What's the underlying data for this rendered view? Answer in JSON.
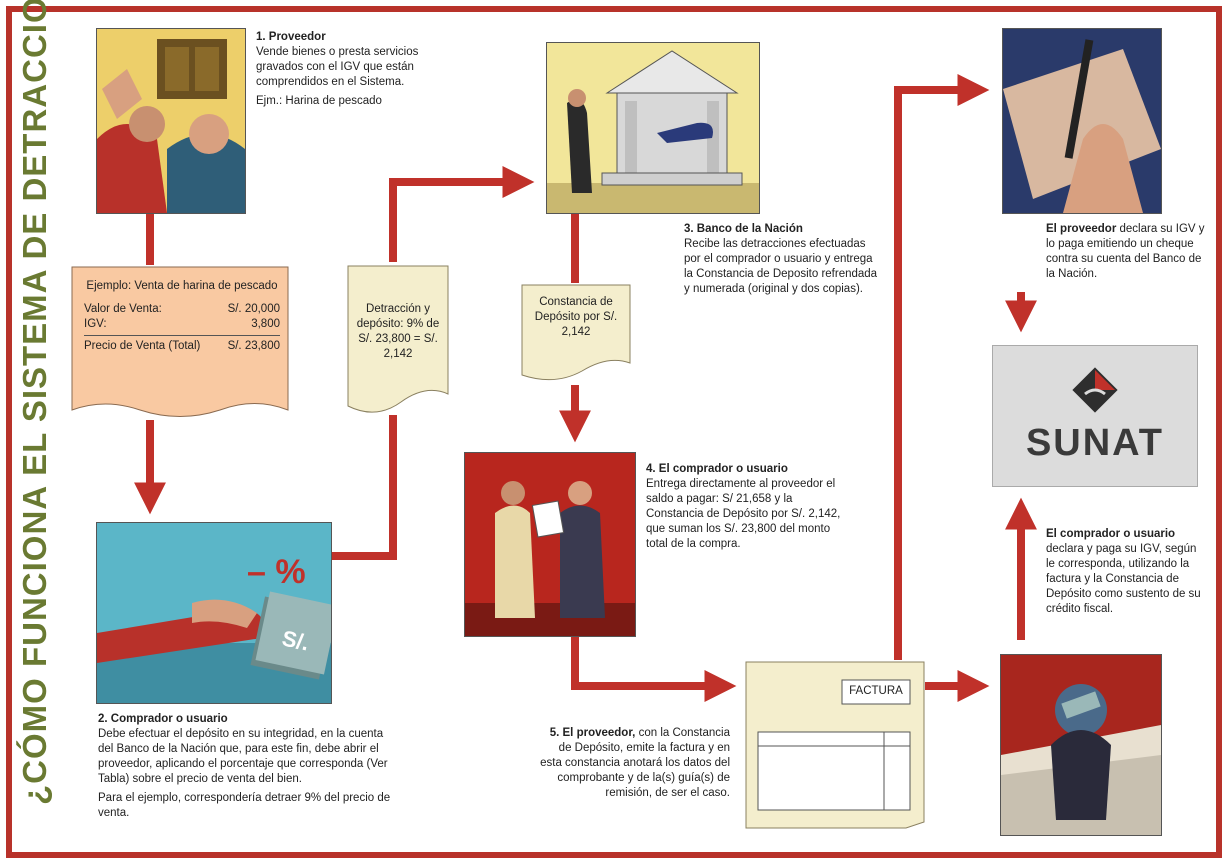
{
  "side_title": "¿CÓMO FUNCIONA EL SISTEMA DE DETRACCIONES DEL IGV?",
  "step1": {
    "heading": "1. Proveedor",
    "body": "Vende bienes o presta servicios gravados con el IGV que están comprendidos en el Sistema.",
    "example": "Ejm.: Harina de pescado"
  },
  "example_doc": {
    "title": "Ejemplo: Venta de harina de pescado",
    "rows": [
      {
        "label": "Valor de Venta:",
        "value": "S/. 20,000"
      },
      {
        "label": "IGV:",
        "value": "3,800"
      }
    ],
    "total_label": "Precio de Venta (Total)",
    "total_value": "S/. 23,800"
  },
  "detraccion_doc": {
    "text": "Detracción y depósito: 9% de S/. 23,800 = S/. 2,142"
  },
  "constancia_doc": {
    "text": "Constancia de Depósito por S/. 2,142"
  },
  "step2": {
    "heading": "2. Comprador o usuario",
    "body": "Debe efectuar el depósito en su integridad, en la cuenta del Banco de la Nación que, para este fin, debe abrir el proveedor, aplicando el porcentaje que corresponda (Ver Tabla) sobre el precio de venta del bien.",
    "example": "Para el ejemplo, correspondería detraer 9% del precio de venta.",
    "pic_sign": "– %",
    "pic_money": "S/."
  },
  "step3": {
    "heading": "3. Banco de la Nación",
    "body": "Recibe las detracciones efectuadas por el comprador o usuario y entrega la Constancia de Deposito refrendada y numerada (original y dos copias)."
  },
  "step4": {
    "heading": "4. El comprador o usuario",
    "body": "Entrega directamente al proveedor el saldo a pagar: S/ 21,658 y la Constancia de Depósito por S/. 2,142, que suman los S/. 23,800 del monto total de la compra."
  },
  "step5": {
    "heading": "5. El proveedor,",
    "body": "con la Constancia de Depósito, emite la factura y en esta constancia anotará los datos del comprobante y de la(s) guía(s) de remisión, de ser el caso.",
    "factura_label": "FACTURA"
  },
  "proveedor_declara": {
    "heading": "El proveedor",
    "body": "declara su IGV y lo paga emitiendo un cheque contra su cuenta del Banco de la Nación."
  },
  "comprador_declara": {
    "heading": "El comprador o usuario",
    "body": "declara y paga su IGV, según le corresponda, utilizando la factura y la Constancia de Depósito como sustento de su crédito fiscal."
  },
  "sunat": {
    "logo_text": "SUNAT"
  },
  "colors": {
    "arrow": "#c0312a",
    "frame": "#b8322a",
    "title": "#6a7a32",
    "example_doc": "#f9c9a2",
    "note_doc": "#f4eecd",
    "sunat_bg": "#dcdcdc",
    "sunat_text": "#3a3a3a"
  }
}
